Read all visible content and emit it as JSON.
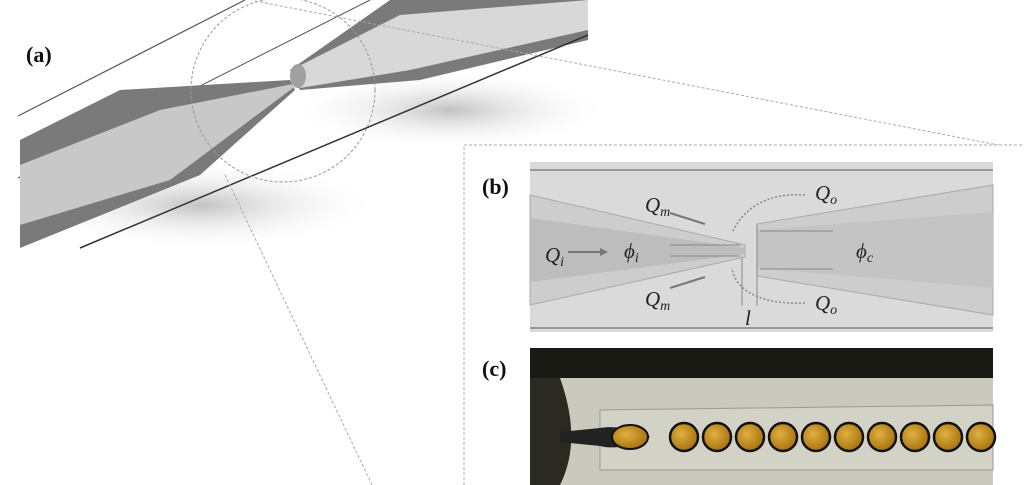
{
  "panels": {
    "a": {
      "label": "(a)"
    },
    "b": {
      "label": "(b)",
      "q_inner": {
        "base": "Q",
        "sub": "i"
      },
      "phi_inner": {
        "base": "ϕ",
        "sub": "i"
      },
      "q_middle_top": {
        "base": "Q",
        "sub": "m"
      },
      "q_middle_bottom": {
        "base": "Q",
        "sub": "m"
      },
      "q_outer_top": {
        "base": "Q",
        "sub": "o"
      },
      "q_outer_bottom": {
        "base": "Q",
        "sub": "o"
      },
      "phi_collection": {
        "base": "ϕ",
        "sub": "c"
      },
      "gap_length": "l"
    },
    "c": {
      "label": "(c)",
      "droplet_count": 10
    }
  },
  "colors": {
    "droplet": "#c8961e",
    "capillary_dark": "#6e6e6e",
    "capillary_light": "#d6d6d6",
    "channel_bg": "#dadada"
  }
}
